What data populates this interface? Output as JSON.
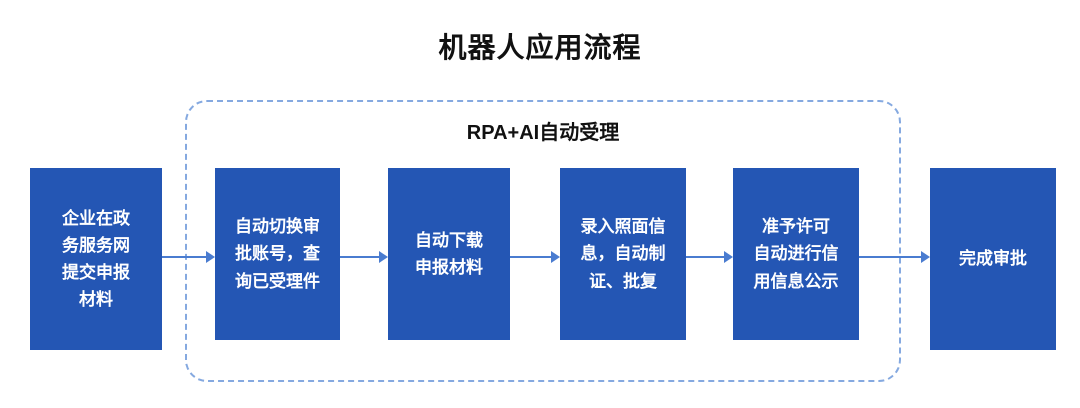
{
  "title": "机器人应用流程",
  "rpa_group": {
    "label": "RPA+AI自动受理"
  },
  "steps": [
    {
      "label": "企业在政\n务服务网\n提交申报\n材料"
    },
    {
      "label": "自动切换审\n批账号，查\n询已受理件"
    },
    {
      "label": "自动下载\n申报材料"
    },
    {
      "label": "录入照面信\n息，自动制\n证、批复"
    },
    {
      "label": "准予许可\n自动进行信\n用信息公示"
    },
    {
      "label": "完成审批"
    }
  ],
  "colors": {
    "box_fill": "#2456b4",
    "box_text": "#ffffff",
    "arrow": "#4a7cd0",
    "dashed_border": "#85a9e0",
    "title_text": "#111111",
    "background": "#ffffff"
  }
}
